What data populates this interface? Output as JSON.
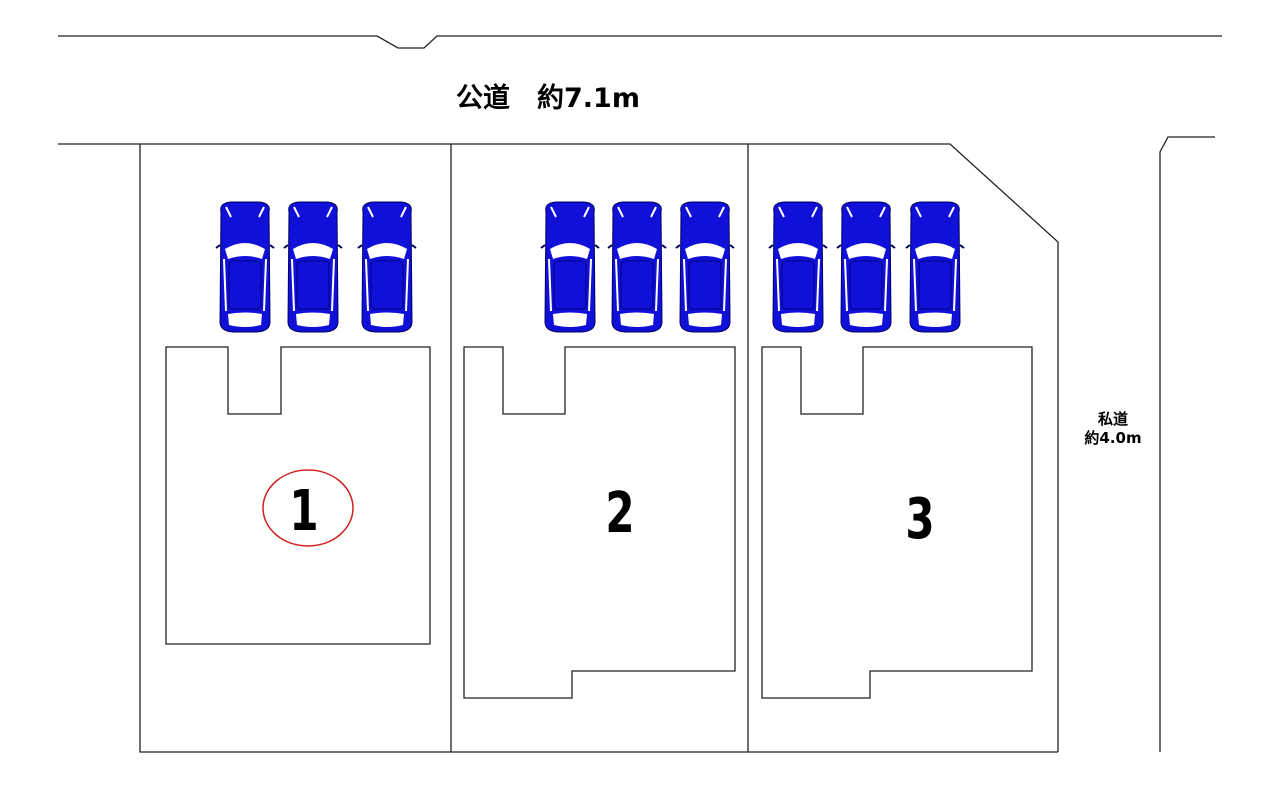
{
  "public_road": {
    "label": "公道　約7.1m"
  },
  "private_road": {
    "label_line1": "私道",
    "label_line2": "約4.0m"
  },
  "lots": [
    {
      "number": "1",
      "highlighted": true,
      "parking_spaces": 3
    },
    {
      "number": "2",
      "highlighted": false,
      "parking_spaces": 3
    },
    {
      "number": "3",
      "highlighted": false,
      "parking_spaces": 3
    }
  ],
  "colors": {
    "car": "#1010d8",
    "highlight_circle": "#d02020",
    "line": "#222222"
  }
}
